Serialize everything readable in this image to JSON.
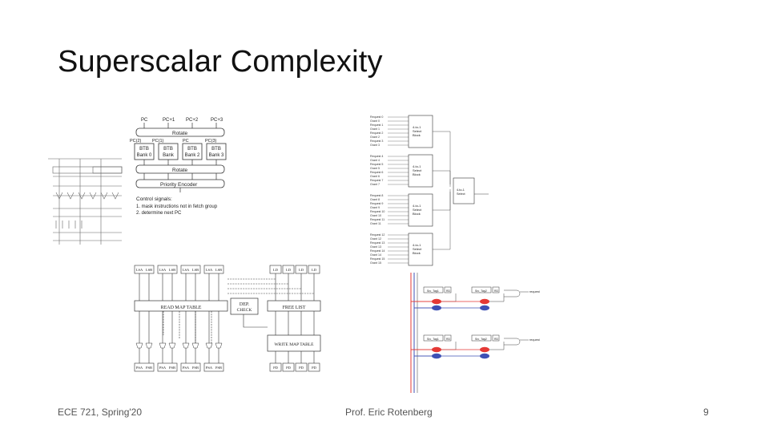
{
  "slide": {
    "title": "Superscalar Complexity",
    "footer_left": "ECE 721, Spring'20",
    "footer_center": "Prof. Eric Rotenberg",
    "page_number": "9"
  },
  "fetch_figure": {
    "pc_labels": [
      "PC",
      "PC+1",
      "PC+2",
      "PC+3"
    ],
    "rotate_label": "Rotate",
    "pc_side_labels": [
      "PC(2)",
      "PC(1)",
      "PC",
      "PC(3)"
    ],
    "btb_banks": [
      [
        "BTB",
        "Bank 0"
      ],
      [
        "BTB",
        "Bank"
      ],
      [
        "BTB",
        "Bank 2"
      ],
      [
        "BTB",
        "Bank 3"
      ]
    ],
    "priority_encoder_label": "Priority Encoder",
    "control_title": "Control signals:",
    "control_lines": [
      "1. mask instructions not in fetch group",
      "2. determine next PC"
    ]
  },
  "dep_figure": {
    "top_lsa": [
      "LSA",
      "LSB",
      "LSA",
      "LSB",
      "LSA",
      "LSB",
      "LSA",
      "LSB"
    ],
    "top_ld": [
      "LD",
      "LD",
      "LD",
      "LD"
    ],
    "read_map_label": "READ MAP TABLE",
    "dep_check_line1": "DEP.",
    "dep_check_line2": "CHECK",
    "free_list_label": "FREE LIST",
    "write_map_label": "WRITE MAP TABLE",
    "bottom_ps": [
      "PSA",
      "PSB",
      "PSA",
      "PSB",
      "PSA",
      "PSB",
      "PSA",
      "PSB"
    ],
    "bottom_pd": [
      "PD",
      "PD",
      "PD",
      "PD"
    ]
  },
  "select_figure": {
    "requests": [
      [
        "Request 0",
        "Grant 0",
        "Request 1",
        "Grant 1",
        "Request 2",
        "Grant 2",
        "Request 3",
        "Grant 3"
      ],
      [
        "Request 4",
        "Grant 4",
        "Request 5",
        "Grant 5",
        "Request 6",
        "Grant 6",
        "Request 7",
        "Grant 7"
      ],
      [
        "Request 8",
        "Grant 8",
        "Request 9",
        "Grant 9",
        "Request 10",
        "Grant 10",
        "Request 11",
        "Grant 11"
      ],
      [
        "Request 12",
        "Grant 12",
        "Request 13",
        "Grant 13",
        "Request 14",
        "Grant 14",
        "Request 15",
        "Grant 15"
      ]
    ],
    "block_line1": "4-to-1",
    "block_line2": "Select",
    "block_line3": "Block"
  },
  "wakeup_figure": {
    "tag_labels": [
      "Src_Tag1",
      "RD",
      "Src_Tag2",
      "RD"
    ],
    "request_label": "request"
  },
  "colors": {
    "red_wire": "#e53935",
    "blue_wire": "#3f51b5",
    "figure_line": "#333333"
  }
}
